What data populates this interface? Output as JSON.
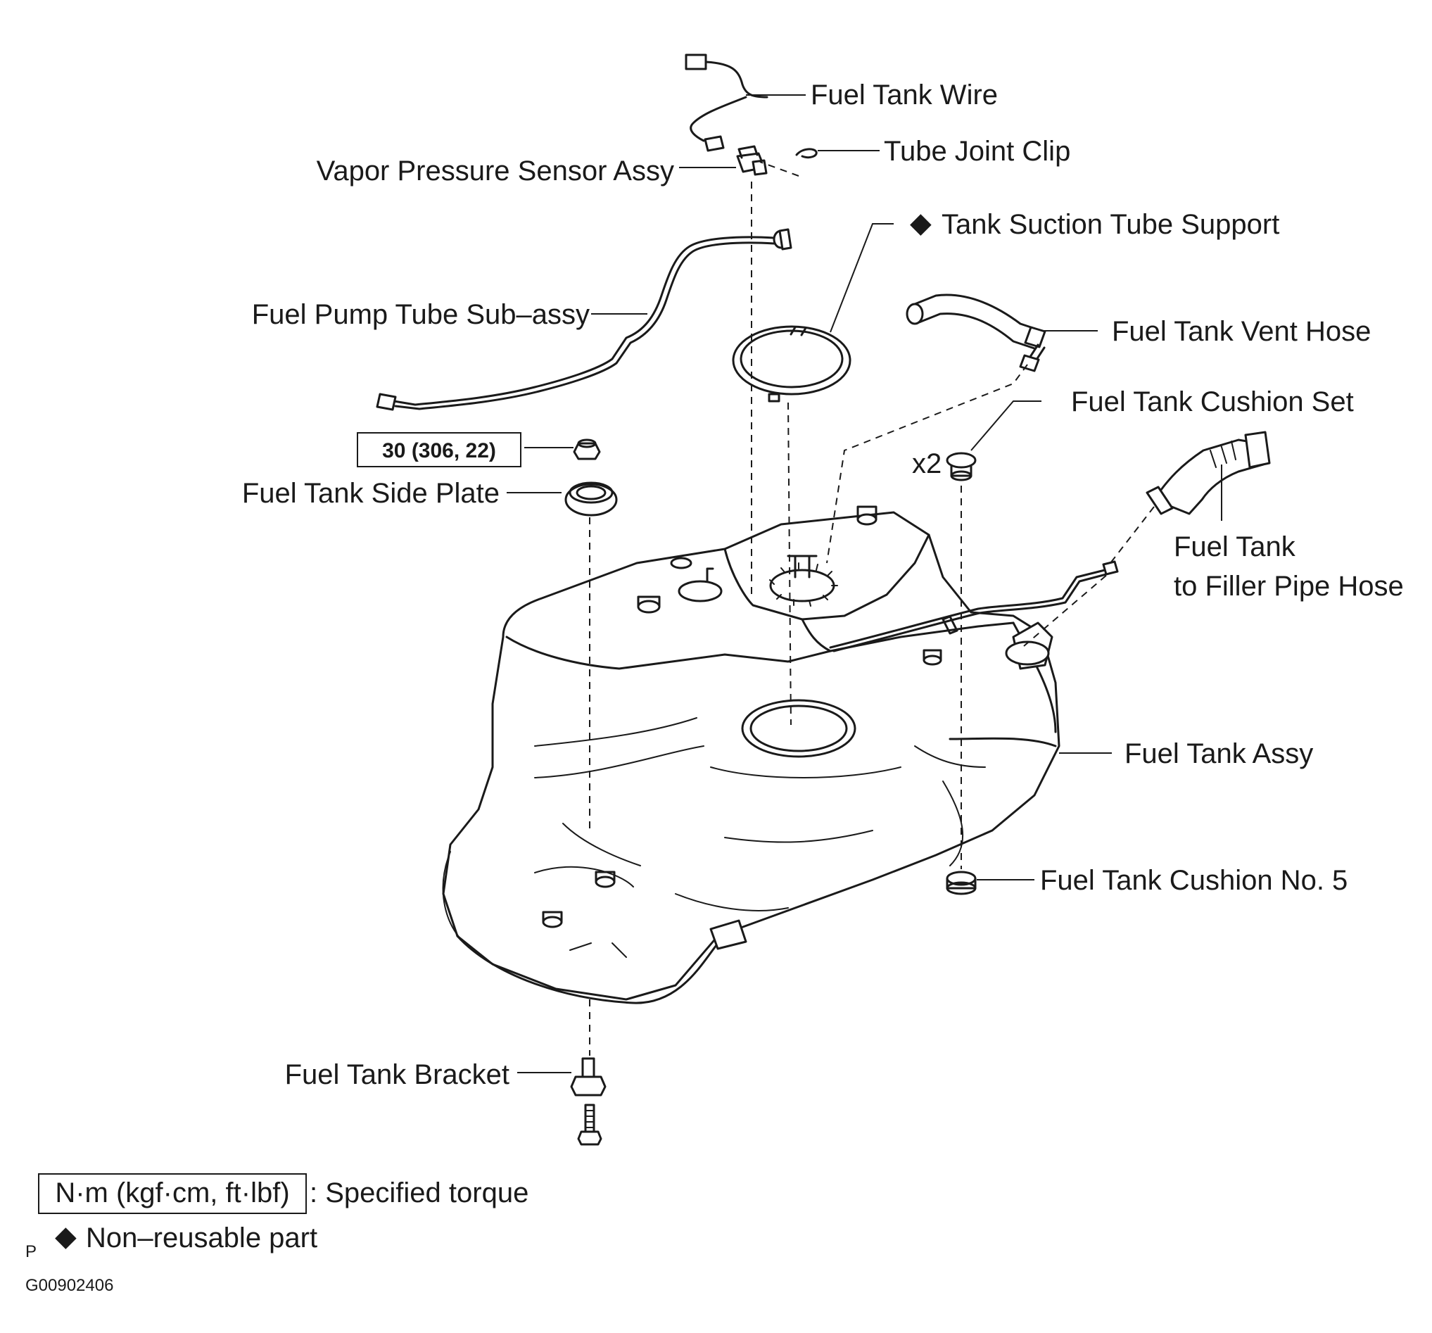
{
  "labels": {
    "fuel_tank_wire": "Fuel Tank Wire",
    "tube_joint_clip": "Tube Joint Clip",
    "vapor_pressure_sensor": "Vapor Pressure Sensor Assy",
    "tank_suction_tube_support": "Tank Suction Tube Support",
    "fuel_pump_tube": "Fuel Pump Tube Sub–assy",
    "fuel_tank_vent_hose": "Fuel Tank Vent Hose",
    "fuel_tank_cushion_set": "Fuel Tank Cushion Set",
    "cushion_qty": "x2",
    "torque_value": "30 (306, 22)",
    "fuel_tank_side_plate": "Fuel Tank Side Plate",
    "filler_hose_line1": "Fuel Tank",
    "filler_hose_line2": "to Filler Pipe Hose",
    "fuel_tank_assy": "Fuel Tank Assy",
    "fuel_tank_cushion_no5": "Fuel Tank Cushion No. 5",
    "fuel_tank_bracket": "Fuel Tank Bracket"
  },
  "legend": {
    "torque_units": "N·m (kgf·cm, ft·lbf)",
    "torque_desc": ": Specified torque",
    "non_reusable": "Non–reusable part",
    "non_reusable_symbol": "◆",
    "page_mark": "P"
  },
  "figure_code": "G00902406",
  "icons": [
    "non-reusable-diamond-icon"
  ]
}
